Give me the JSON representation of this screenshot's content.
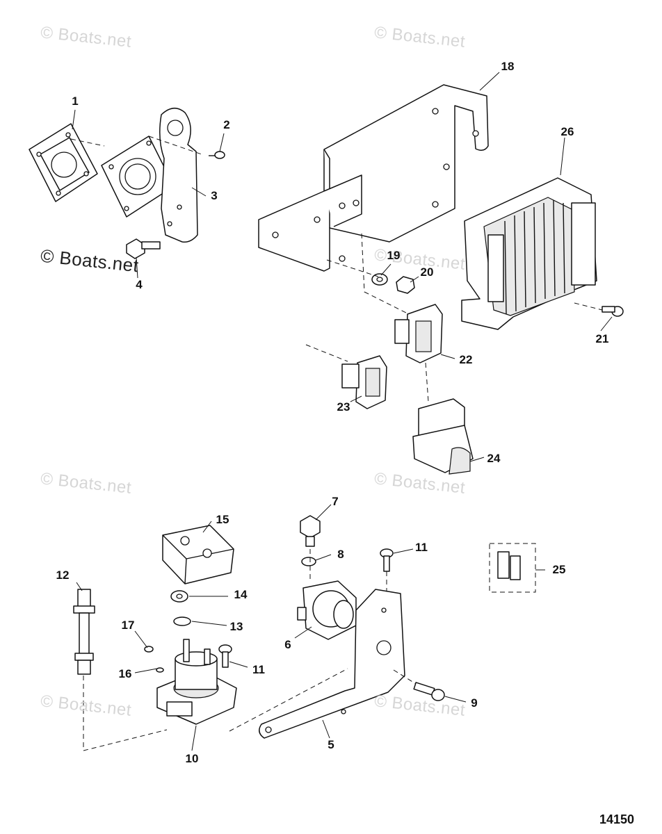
{
  "watermarks": [
    "© Boats.net",
    "© Boats.net",
    "© Boats.net",
    "© Boats.net",
    "© Boats.net",
    "© Boats.net",
    "© Boats.net",
    "© Boats.net"
  ],
  "callouts": {
    "c1": "1",
    "c2": "2",
    "c3": "3",
    "c4": "4",
    "c5": "5",
    "c6": "6",
    "c7": "7",
    "c8": "8",
    "c9": "9",
    "c10": "10",
    "c11a": "11",
    "c11b": "11",
    "c12": "12",
    "c13": "13",
    "c14": "14",
    "c15": "15",
    "c16": "16",
    "c17": "17",
    "c18": "18",
    "c19": "19",
    "c20": "20",
    "c21": "21",
    "c22": "22",
    "c23": "23",
    "c24": "24",
    "c25": "25",
    "c26": "26"
  },
  "figure_number": "14150"
}
